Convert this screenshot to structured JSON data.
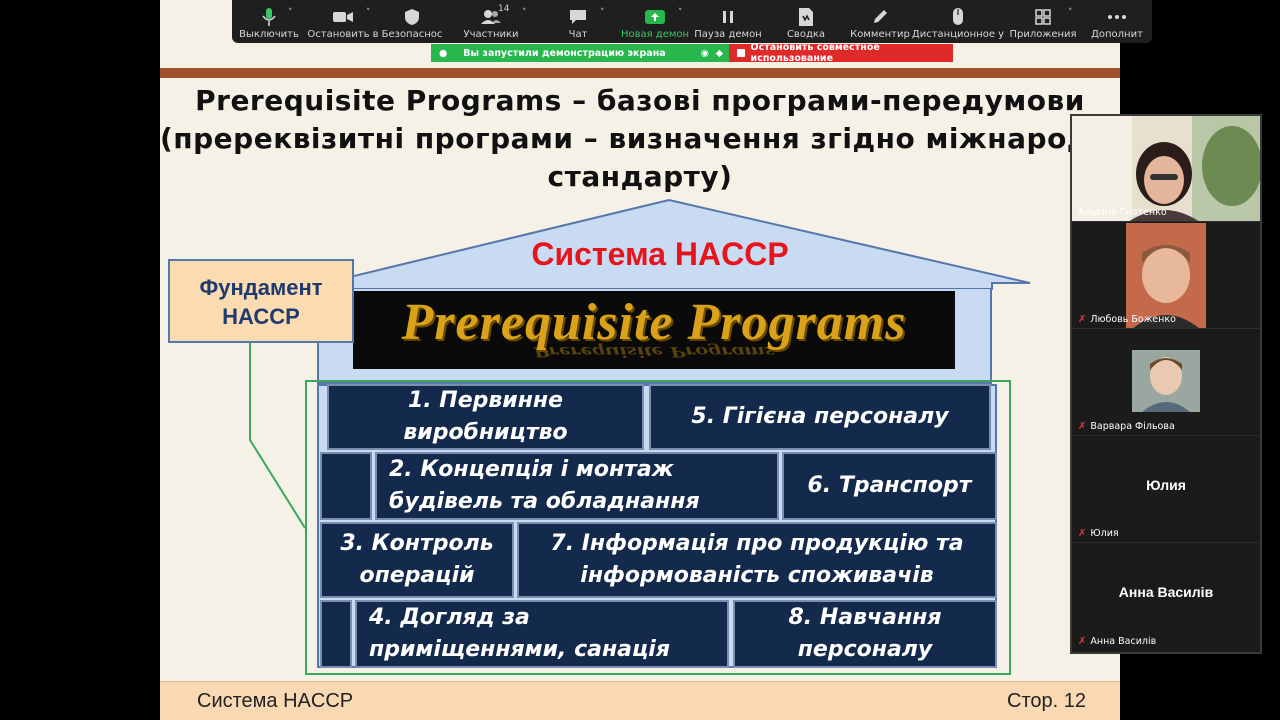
{
  "toolbar": {
    "items": [
      {
        "label": "Выключить",
        "icon": "microphone-icon"
      },
      {
        "label": "Остановить в",
        "icon": "video-camera-icon"
      },
      {
        "label": "Безопаснос",
        "icon": "shield-icon"
      },
      {
        "label": "Участники",
        "icon": "participants-icon",
        "count": "14"
      },
      {
        "label": "Чат",
        "icon": "chat-icon"
      },
      {
        "label": "Новая демон",
        "icon": "share-screen-icon"
      },
      {
        "label": "Пауза демон",
        "icon": "pause-icon"
      },
      {
        "label": "Сводка",
        "icon": "summary-icon"
      },
      {
        "label": "Комментир",
        "icon": "pencil-icon"
      },
      {
        "label": "Дистанционное у",
        "icon": "mouse-icon"
      },
      {
        "label": "Приложения",
        "icon": "apps-icon"
      },
      {
        "label": "Дополнит",
        "icon": "more-icon"
      }
    ]
  },
  "share_bar": {
    "status": "Вы запустили демонстрацию экрана",
    "stop": "Остановить совместное использование"
  },
  "slide": {
    "title_lines": [
      "Prerequisite Programs – базові програми-передумови",
      "(пререквізитні програми – визначення згідно міжнародного",
      "стандарту)"
    ],
    "roof_title": "Система HACCP",
    "banner": "Prerequisite Programs",
    "foundation_lines": [
      "Фундамент",
      "НАССР"
    ],
    "bricks": {
      "b1": "1. Первинне виробництво",
      "b5": "5. Гігієна персоналу",
      "b2": "2. Концепція і монтаж будівель та обладнання",
      "b6": "6. Транспорт",
      "b3": "3. Контроль операцій",
      "b7": "7. Інформація про продукцію та інформованість споживачів",
      "b4": "4. Догляд за приміщеннями, санація",
      "b8": "8. Навчання персоналу"
    },
    "footer_left": "Система HACCP",
    "footer_right": "Стор. 12"
  },
  "participants": [
    {
      "name": "Альбіна Гнатенко",
      "video": true,
      "muted": false
    },
    {
      "name": "Любовь Боженко",
      "video": true,
      "muted": true
    },
    {
      "name": "Варвара Фільова",
      "video": true,
      "muted": true
    },
    {
      "name": "Юлия",
      "video": false,
      "muted": true
    },
    {
      "name": "Анна Василів",
      "video": false,
      "muted": true
    }
  ],
  "colors": {
    "slide_bg": "#f5f1e6",
    "roof_title": "#e8141b",
    "brick_bg": "#142a4d",
    "house_fill": "#c9dbf3",
    "share_green": "#27b74c",
    "share_red": "#e02a2a"
  }
}
